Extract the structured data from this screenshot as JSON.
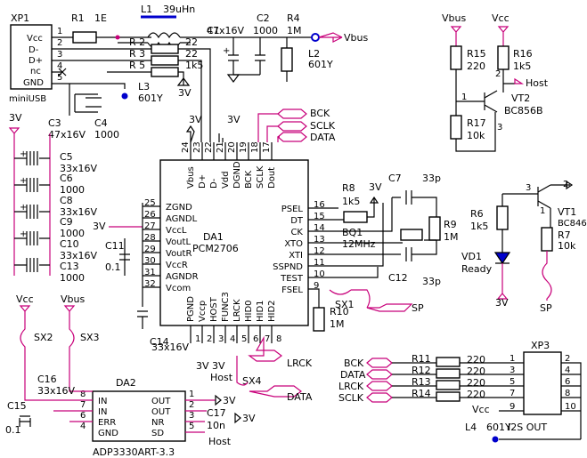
{
  "usb": {
    "ref": "XP1",
    "pins": [
      "Vcc",
      "D-",
      "D+",
      "nc",
      "GND"
    ],
    "name": "miniUSB",
    "pin_nums": [
      "1",
      "2",
      "3",
      "4",
      "5"
    ]
  },
  "r1": {
    "ref": "R1",
    "value": "1E"
  },
  "l1": {
    "ref": "L1",
    "value": "39uHn"
  },
  "r2": "R 2",
  "r3": "R 3",
  "r5": "R 5",
  "r22a": "22",
  "r22b": "22",
  "r1k5": "1k5",
  "c1": {
    "ref": "C1",
    "value": "47x16V"
  },
  "c2": {
    "ref": "C2",
    "value": "1000"
  },
  "r4": {
    "ref": "R4",
    "value": "1M"
  },
  "l2": {
    "ref": "L2",
    "value": "601Y"
  },
  "l3": {
    "ref": "L3",
    "value": "601Y"
  },
  "vbus": "Vbus",
  "v3": "3V",
  "vcc": "Vcc",
  "host": "Host",
  "c3": {
    "ref": "C3",
    "value": "47x16V"
  },
  "c4": {
    "ref": "C4",
    "value": "1000"
  },
  "caps": [
    {
      "ref": "C5",
      "value": "33x16V"
    },
    {
      "ref": "C6",
      "value": "1000"
    },
    {
      "ref": "C8",
      "value": "33x16V"
    },
    {
      "ref": "C9",
      "value": "1000"
    },
    {
      "ref": "C10",
      "value": "33x16V"
    },
    {
      "ref": "C13",
      "value": "1000"
    }
  ],
  "bus_signals": [
    "BCK",
    "SCLK",
    "DATA"
  ],
  "ic": {
    "ref": "DA1",
    "part": "PCM2706",
    "top_pins": [
      "Vbus",
      "D+",
      "D-",
      "Vdd",
      "DGND",
      "BCK",
      "SCLK",
      "Dout"
    ],
    "top_nums": [
      "24",
      "23",
      "22",
      "21",
      "20",
      "19",
      "18",
      "17"
    ],
    "left_pins": [
      "ZGND",
      "AGNDL",
      "VccL",
      "VoutL",
      "VoutR",
      "VccR",
      "AGNDR",
      "Vcom"
    ],
    "left_nums": [
      "25",
      "26",
      "27",
      "28",
      "29",
      "30",
      "31",
      "32"
    ],
    "right_pins": [
      "PSEL",
      "DT",
      "CK",
      "XTO",
      "XTI",
      "SSPND",
      "TEST",
      "FSEL"
    ],
    "right_nums": [
      "16",
      "15",
      "14",
      "13",
      "12",
      "11",
      "10",
      "9"
    ],
    "bottom_pins": [
      "PGND",
      "Vccp",
      "HOST",
      "FUNC3",
      "LRCK",
      "HID0",
      "HID1",
      "HID2"
    ],
    "bottom_nums": [
      "1",
      "2",
      "3",
      "4",
      "5",
      "6",
      "7",
      "8"
    ]
  },
  "c11": {
    "ref": "C11",
    "value": "0.1"
  },
  "c14": {
    "ref": "C14",
    "value": "33x16V"
  },
  "r8": {
    "ref": "R8",
    "value": "1k5"
  },
  "c7": {
    "ref": "C7",
    "value": "33p"
  },
  "c12": {
    "ref": "C12",
    "value": "33p"
  },
  "bq1": {
    "ref": "BQ1",
    "value": "12MHz"
  },
  "r9": {
    "ref": "R9",
    "value": "1M"
  },
  "r10": {
    "ref": "R10",
    "value": "1M"
  },
  "sx1": "SX1",
  "sx2": "SX2",
  "sx3": "SX3",
  "sx4": "SX4",
  "sp": "SP",
  "lrck": "LRCK",
  "data": "DATA",
  "r15": {
    "ref": "R15",
    "value": "220"
  },
  "r16": {
    "ref": "R16",
    "value": "1k5"
  },
  "r17": {
    "ref": "R17",
    "value": "10k"
  },
  "vt2": {
    "ref": "VT2",
    "value": "BC856B"
  },
  "vt2_pins": [
    "1",
    "2",
    "3"
  ],
  "vt1": {
    "ref": "VT1",
    "value": "BC846"
  },
  "vt1_pins": [
    "3",
    "2",
    "1"
  ],
  "r6": {
    "ref": "R6",
    "value": "1k5"
  },
  "r7": {
    "ref": "R7",
    "value": "10k"
  },
  "vd1": {
    "ref": "VD1",
    "value": "Ready"
  },
  "da2": {
    "ref": "DA2",
    "part": "ADP3330ART-3.3",
    "left_pins": [
      "IN",
      "IN",
      "ERR",
      "GND"
    ],
    "left_nums": [
      "8",
      "7",
      "6",
      "4"
    ],
    "right_pins": [
      "OUT",
      "OUT",
      "NR",
      "SD"
    ],
    "right_nums": [
      "1",
      "2",
      "3",
      "5"
    ]
  },
  "c15": {
    "ref": "C15",
    "value": "0.1"
  },
  "c16": {
    "ref": "C16",
    "value": "33x16V"
  },
  "c17": {
    "ref": "C17",
    "value": "10n"
  },
  "i2s_signals": [
    "BCK",
    "DATA",
    "LRCK",
    "SCLK"
  ],
  "i2s_res": [
    {
      "ref": "R11",
      "value": "220"
    },
    {
      "ref": "R12",
      "value": "220"
    },
    {
      "ref": "R13",
      "value": "220"
    },
    {
      "ref": "R14",
      "value": "220"
    }
  ],
  "xp3": {
    "ref": "XP3",
    "name": "I2S OUT",
    "left_nums": [
      "1",
      "3",
      "5",
      "7",
      "9"
    ],
    "right_nums": [
      "2",
      "4",
      "6",
      "8",
      "10"
    ]
  },
  "l4": {
    "ref": "L4",
    "value": "601Y"
  }
}
